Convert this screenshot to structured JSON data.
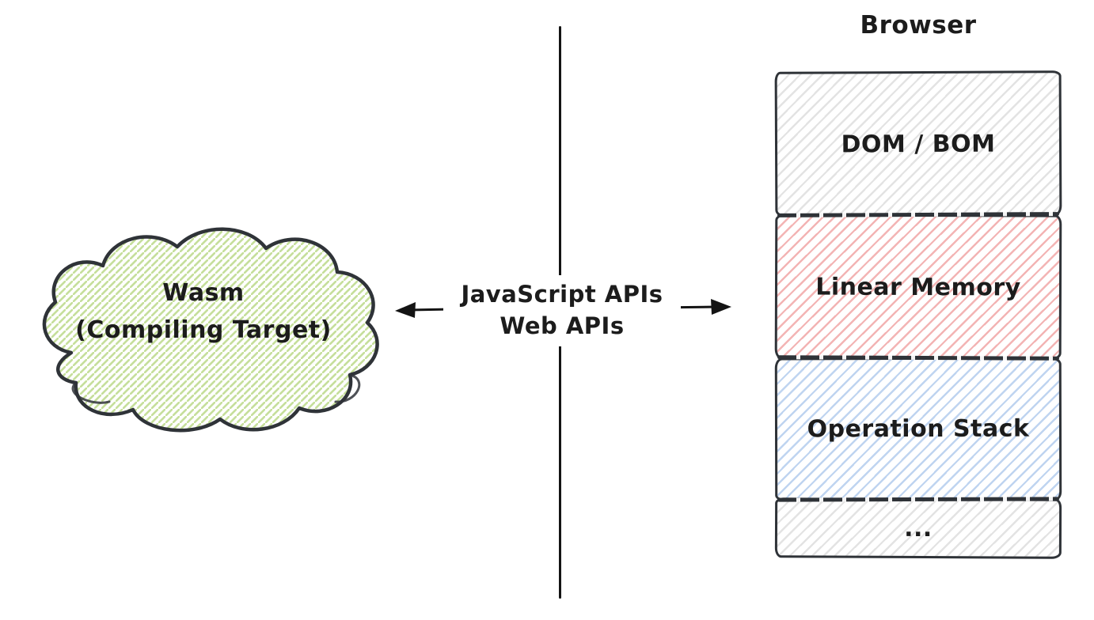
{
  "diagram": {
    "background": "#ffffff",
    "stroke_color": "#2f3338",
    "text_color": "#1c1c1c"
  },
  "wasm_cloud": {
    "line1": "Wasm",
    "line2": "(Compiling Target)",
    "hatch_color": "#c6df9b"
  },
  "bridge": {
    "line1": "JavaScript APIs",
    "line2": "Web APIs"
  },
  "browser": {
    "title": "Browser",
    "layers": [
      {
        "label": "DOM / BOM",
        "hatch_color": "#e3e3e3"
      },
      {
        "label": "Linear Memory",
        "hatch_color": "#f3b4b4"
      },
      {
        "label": "Operation Stack",
        "hatch_color": "#bfd4f0"
      },
      {
        "label": "...",
        "hatch_color": "#e3e3e3"
      }
    ]
  }
}
